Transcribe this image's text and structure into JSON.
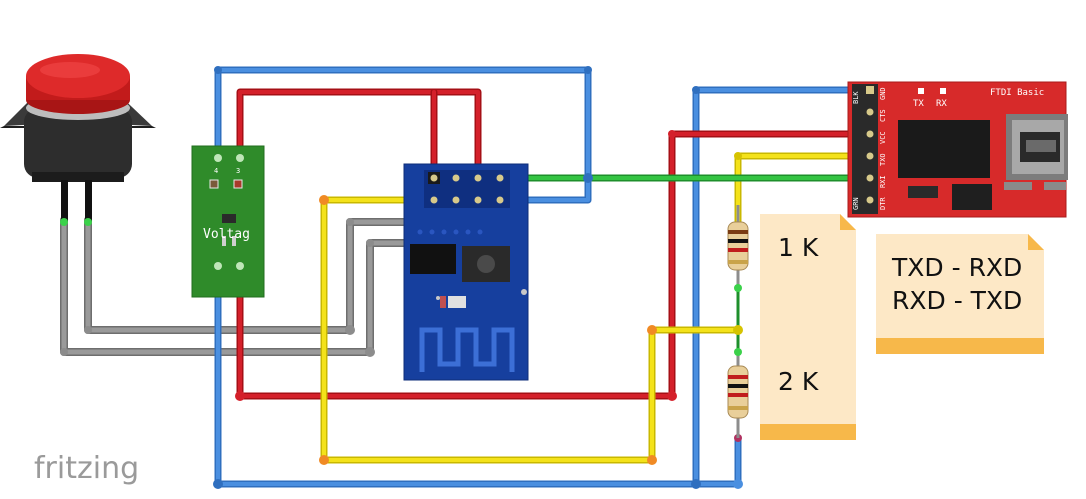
{
  "notes": {
    "r1_label": "1 K",
    "r2_label": "2 K",
    "mapping_line1": "TXD - RXD",
    "mapping_line2": "RXD - TXD"
  },
  "regulator": {
    "label": "Voltag",
    "pin_left": "4",
    "pin_right": "3"
  },
  "ftdi": {
    "title": "FTDI Basic",
    "led_tx": "TX",
    "led_rx": "RX",
    "pins": [
      "BLK",
      "GND",
      "CTS",
      "VCC",
      "TXO",
      "RXI",
      "DTR",
      "GRN"
    ]
  },
  "watermark": "fritzing",
  "colors": {
    "blue": "#3a7fd0",
    "red": "#c8161d",
    "yellow": "#f4e21a",
    "green": "#2db53a",
    "gray": "#8c8c8c",
    "board_green": "#2f8b2a",
    "esp_blue": "#163f9e",
    "ftdi_red": "#d72a2a",
    "note_fill": "#fde8c6",
    "note_edge": "#f7b84a"
  }
}
